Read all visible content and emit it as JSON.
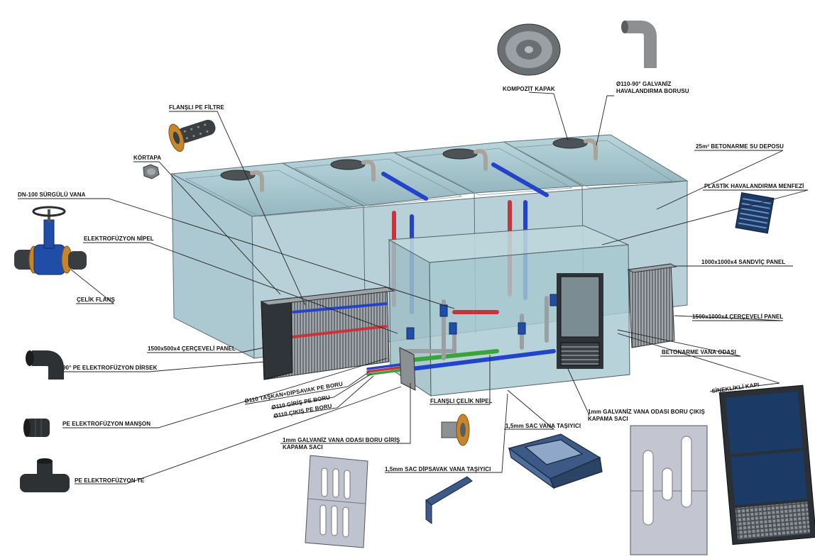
{
  "labels": {
    "komposit_kapak": "KOMPOZİT KAPAK",
    "galvaniz_boru_1": "Ø110-90° GALVANİZ",
    "galvaniz_boru_2": "HAVALANDIRMA BORUSU",
    "flansli_filtre": "FLANŞLI PE FİLTRE",
    "kortapa": "KÖRTAPA",
    "beton_depo": "25m³ BETONARME SU DEPOSU",
    "sürgülü_vana": "DN-100 SÜRGÜLÜ VANA",
    "plastik_menfez": "PLASTİK HAVALANDIRMA MENFEZİ",
    "elektrofuzyon_nipel": "ELEKTROFÜZYON NİPEL",
    "sandvic_panel": "1000x1000x4 SANDVİÇ PANEL",
    "celik_flans": "ÇELİK FLANŞ",
    "cerceveli_panel_1500": "1500x1000x4 ÇERÇEVELİ PANEL",
    "cerceveli_panel_500": "1500x500x4 ÇERÇEVELİ PANEL",
    "beton_vana_odasi": "BETONARME VANA ODASI",
    "pe_dirsek": "90° PE ELEKTROFÜZYON DİRSEK",
    "taskan_boru": "Ø110 TAŞKAN+DİPSAVAK PE BORU",
    "giris_boru": "Ø110 GİRİŞ PE BORU",
    "cikis_boru": "Ø110 ÇIKIŞ PE BORU",
    "sinekli_kapi": "SİNEKLİKLİ KAPI",
    "flansli_celik_nipel": "FLANŞLI ÇELİK NİPEL",
    "cikis_sac_1": "1mm GALVANİZ VANA ODASI BORU ÇIKIŞ",
    "cikis_sac_2": "KAPAMA SACI",
    "sac_tasiyici": "1,5mm SAC VANA TAŞIYICI",
    "pe_manson": "PE ELEKTROFÜZYON MANŞON",
    "giris_sac_1": "1mm GALVANİZ VANA ODASI BORU GİRİŞ",
    "giris_sac_2": "KAPAMA SACI",
    "dipsavak_tasiyici": "1,5mm SAC DİPSAVAK VANA TAŞIYICI",
    "pe_te": "PE ELEKTROFÜZYON TE"
  },
  "colors": {
    "tank_fill": "#a9cbd4",
    "tank_edge": "#5c6f76",
    "pipe_blue": "#2344c8",
    "pipe_red": "#c9343a",
    "pipe_green": "#3aa43a",
    "pipe_grey": "#9aa0a2",
    "panel_dark": "#3c4146",
    "door_blue": "#1c3a66",
    "valve_blue": "#1f4da8",
    "flange_orange": "#c8862c"
  }
}
